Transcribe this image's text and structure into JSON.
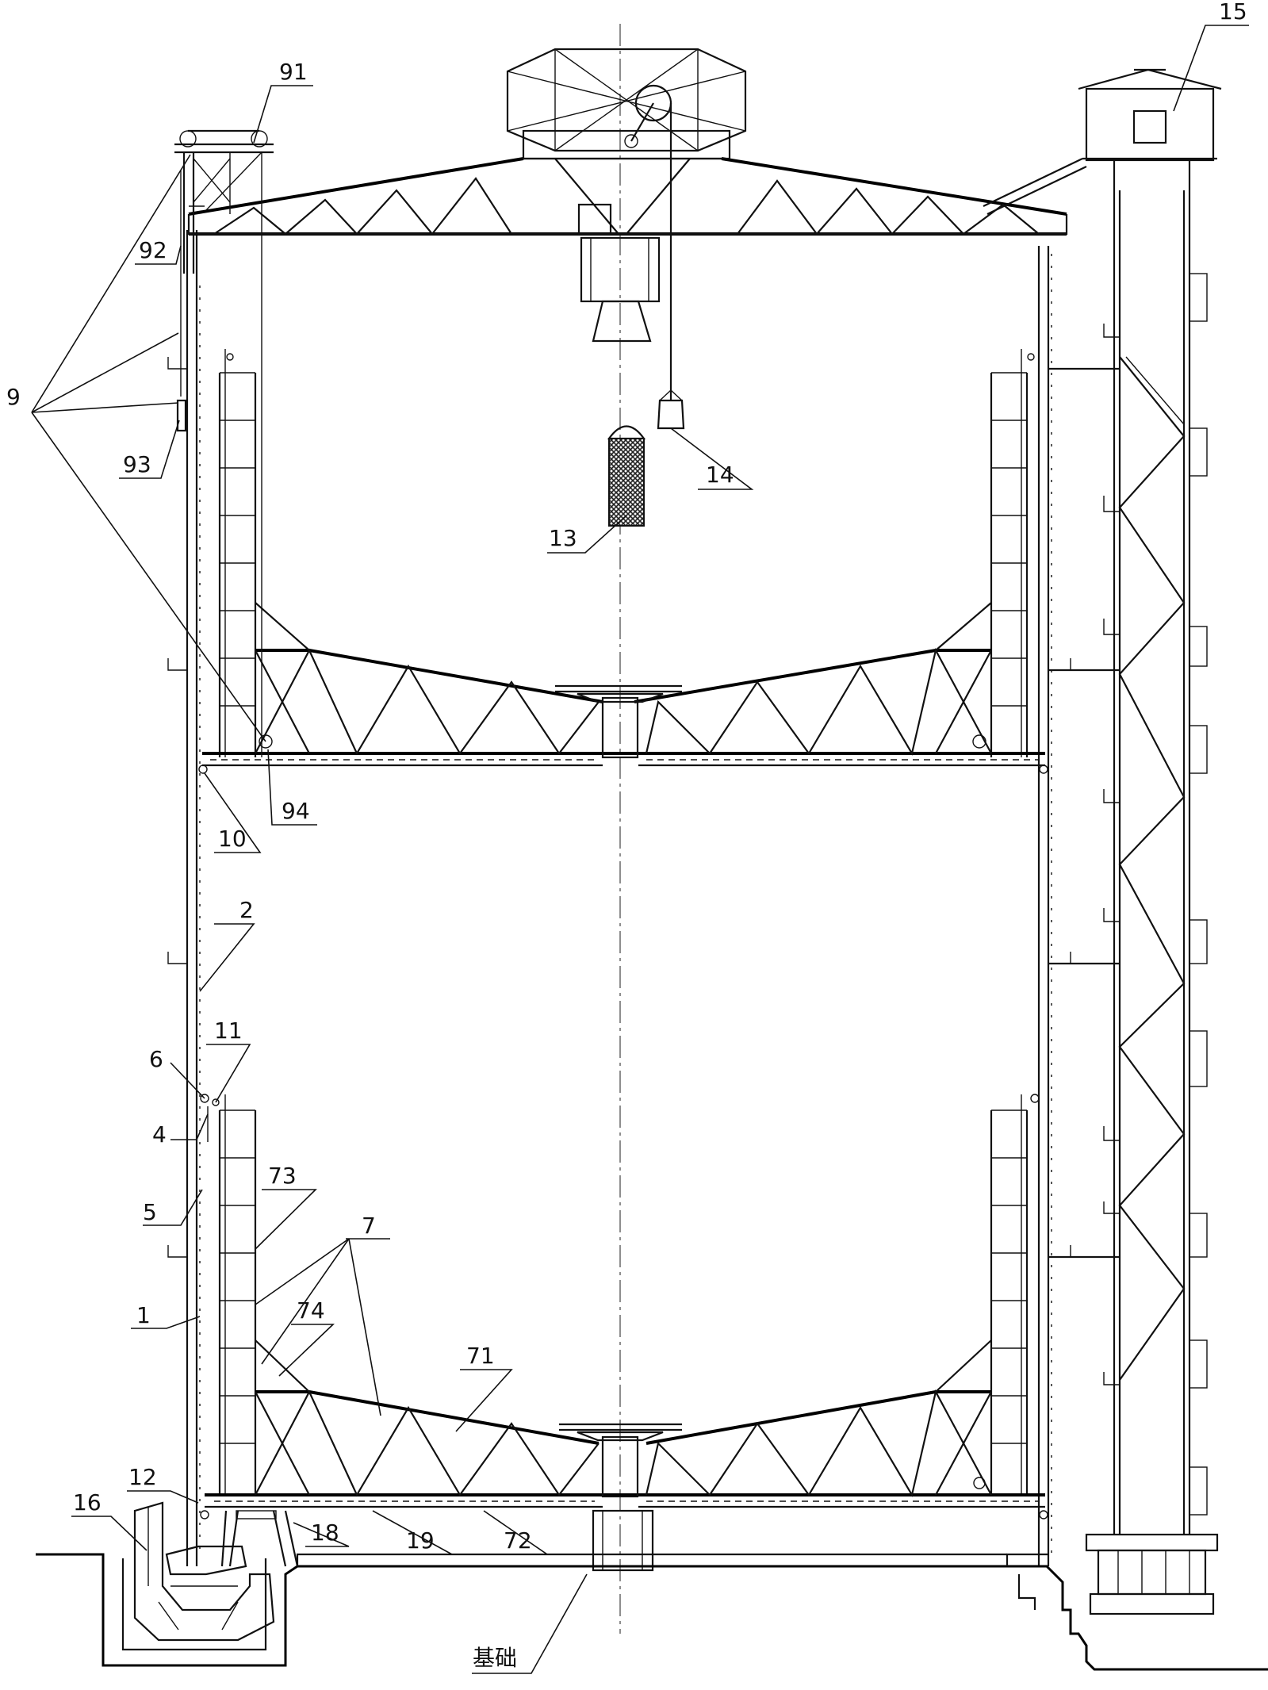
{
  "labels": {
    "l1": "1",
    "l2": "2",
    "l4": "4",
    "l5": "5",
    "l6": "6",
    "l7": "7",
    "l9": "9",
    "l10": "10",
    "l11": "11",
    "l12": "12",
    "l13": "13",
    "l14": "14",
    "l15": "15",
    "l16": "16",
    "l18": "18",
    "l19": "19",
    "l71": "71",
    "l72": "72",
    "l73": "73",
    "l74": "74",
    "l91": "91",
    "l92": "92",
    "l93": "93",
    "l94": "94",
    "foundation": "基础"
  },
  "colors": {
    "line": "#111111",
    "background": "#ffffff",
    "mesh": "#222222"
  }
}
